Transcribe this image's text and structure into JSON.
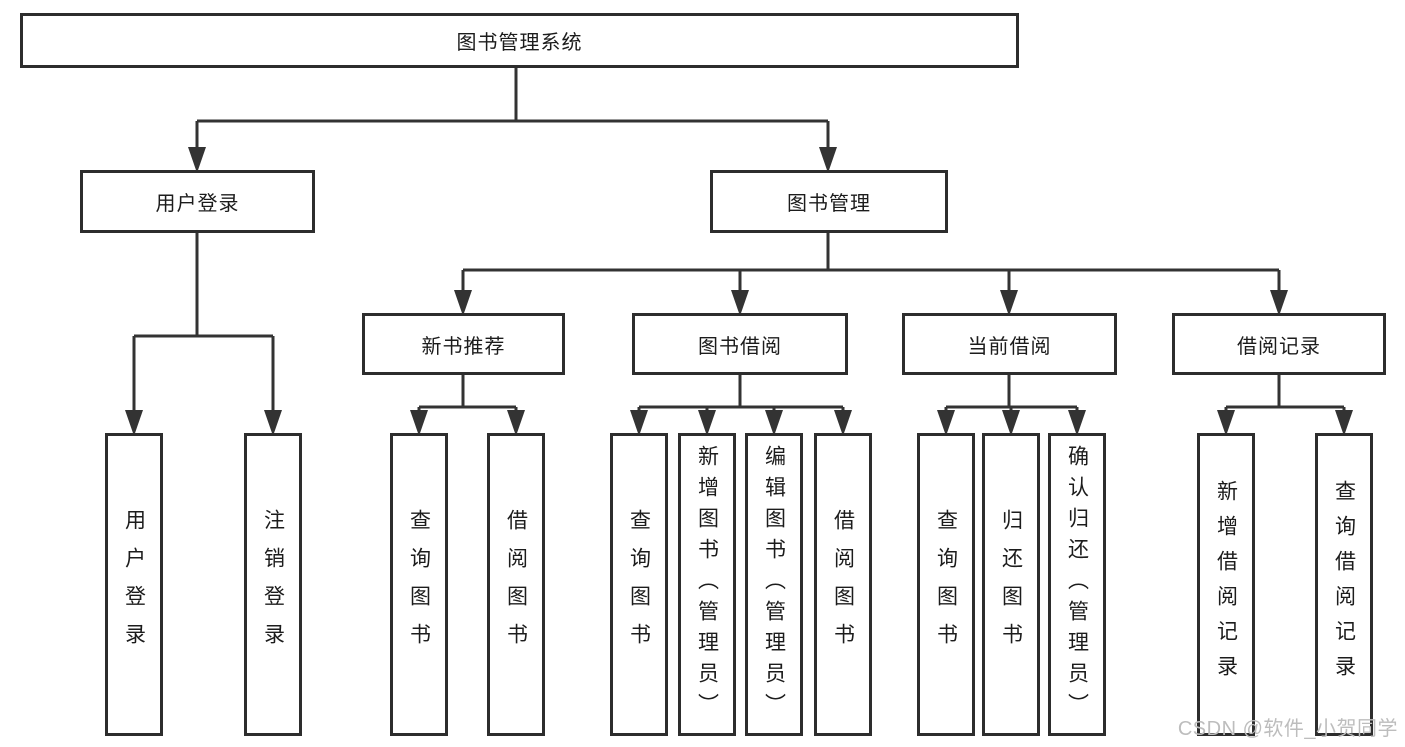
{
  "diagram": {
    "root_label": "图书管理系统",
    "branches": [
      {
        "id": "user-login",
        "label": "用户登录",
        "leaves": [
          {
            "id": "user-login",
            "label": "用户登录"
          },
          {
            "id": "logout",
            "label": "注销登录"
          }
        ]
      },
      {
        "id": "book-management",
        "label": "图书管理",
        "sections": [
          {
            "id": "new-book-recommendation",
            "label": "新书推荐",
            "leaves": [
              {
                "id": "query-books",
                "label": "查询图书"
              },
              {
                "id": "borrow-books",
                "label": "借阅图书"
              }
            ]
          },
          {
            "id": "book-borrowing",
            "label": "图书借阅",
            "leaves": [
              {
                "id": "query-books",
                "label": "查询图书"
              },
              {
                "id": "add-books-admin",
                "label": "新增图书（管理员）"
              },
              {
                "id": "edit-books-admin",
                "label": "编辑图书（管理员）"
              },
              {
                "id": "borrow-books",
                "label": "借阅图书"
              }
            ]
          },
          {
            "id": "current-borrowing",
            "label": "当前借阅",
            "leaves": [
              {
                "id": "query-books",
                "label": "查询图书"
              },
              {
                "id": "return-books",
                "label": "归还图书"
              },
              {
                "id": "confirm-return-admin",
                "label": "确认归还（管理员）"
              }
            ]
          },
          {
            "id": "borrowing-records",
            "label": "借阅记录",
            "leaves": [
              {
                "id": "add-borrow-record",
                "label": "新增借阅记录"
              },
              {
                "id": "query-borrow-record",
                "label": "查询借阅记录"
              }
            ]
          }
        ]
      }
    ],
    "watermark": "CSDN @软件_小贺同学",
    "colors": {
      "line": "#333333",
      "border": "#2d2d2d",
      "text": "#1c1c1c",
      "watermark": "#bdbdbd",
      "background": "#ffffff"
    }
  }
}
